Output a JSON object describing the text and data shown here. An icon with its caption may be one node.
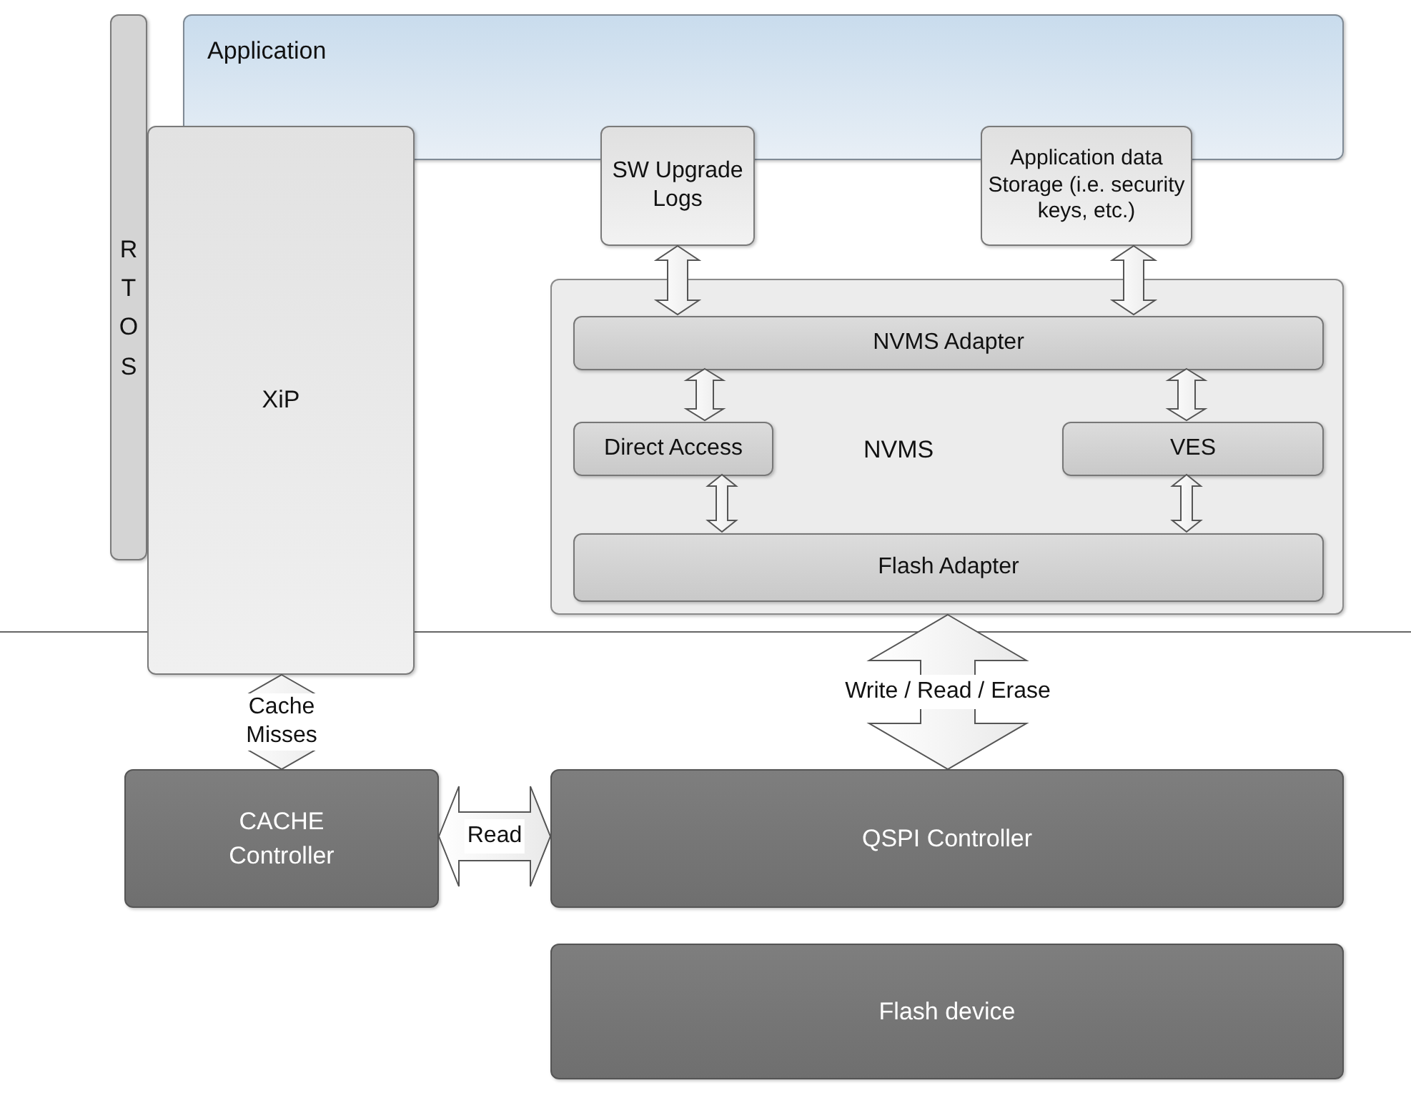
{
  "diagram": {
    "nodes": [
      {
        "text": [
          "Application"
        ]
      },
      {
        "text": [
          "RTOS"
        ]
      },
      {
        "text": [
          "XiP"
        ]
      },
      {
        "text": [
          "SW Upgrade Logs"
        ]
      },
      {
        "text": [
          "Application data Storage (i.e. security keys, etc.)"
        ]
      },
      {
        "text": [
          "NVMS"
        ]
      },
      {
        "text": [
          "NVMS Adapter"
        ],
        "in": 5
      },
      {
        "text": [
          "Direct Access"
        ],
        "in": 5
      },
      {
        "text": [
          "VES"
        ],
        "in": 5
      },
      {
        "text": [
          "Flash Adapter"
        ],
        "in": 5
      },
      {
        "text": [
          "CACHE Controller"
        ]
      },
      {
        "text": [
          "QSPI Controller"
        ]
      },
      {
        "text": [
          "Flash device"
        ]
      }
    ],
    "edges": [
      {
        "from": 3,
        "to": 6,
        "arrow": "both"
      },
      {
        "from": 4,
        "to": 6,
        "arrow": "both"
      },
      {
        "from": 6,
        "to": 7,
        "arrow": "both"
      },
      {
        "from": 6,
        "to": 8,
        "arrow": "both"
      },
      {
        "from": 7,
        "to": 9,
        "arrow": "both"
      },
      {
        "from": 8,
        "to": 9,
        "arrow": "both"
      },
      {
        "from": 5,
        "to": 11,
        "arrow": "both",
        "label": "Write / Read / Erase"
      },
      {
        "from": 2,
        "to": 10,
        "arrow": "both",
        "label": "Cache Misses"
      },
      {
        "from": 10,
        "to": 11,
        "arrow": "both",
        "label": "Read"
      }
    ]
  }
}
